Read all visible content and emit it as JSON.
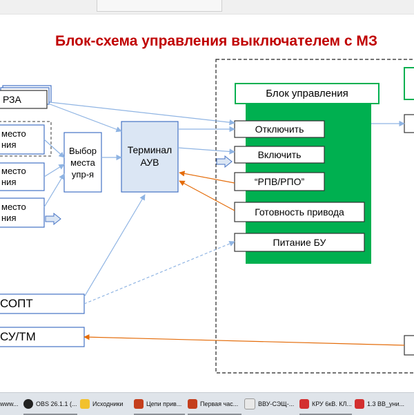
{
  "title": "Блок-схема управления выключателем с МЗ",
  "left_boxes": {
    "rza": "РЗА",
    "mesto1": "место\nния",
    "mesto2": "место\nния",
    "mesto3": "место\nния",
    "sopt": "СОПТ",
    "sutm": "СУ/ТМ"
  },
  "selector": "Выбор\nместа\nупр-я",
  "terminal": "Терминал\nАУВ",
  "control_block": {
    "title": "Блок управления",
    "items": [
      "Отключить",
      "Включить",
      "“РПВ/РПО”",
      "Готовность привода",
      "Питание БУ"
    ]
  },
  "colors": {
    "title": "#c00000",
    "green": "#00b050",
    "terminal_fill": "#dbe6f4",
    "arrow_blue": "#8fb4e3",
    "arrow_orange": "#e46c0a"
  },
  "taskbar": {
    "items": [
      {
        "label": "www...",
        "icon": "browser-icon",
        "color": "#3b7dd8"
      },
      {
        "label": "OBS 26.1.1 (...",
        "icon": "obs-icon",
        "color": "#222222"
      },
      {
        "label": "Исходники",
        "icon": "folder-icon",
        "color": "#f2c12e"
      },
      {
        "label": "Цепи прив...",
        "icon": "powerpoint-icon",
        "color": "#c43e1c"
      },
      {
        "label": "Первая час...",
        "icon": "powerpoint-icon",
        "color": "#c43e1c"
      },
      {
        "label": "ВВУ-СЭЩ-...",
        "icon": "pdf-icon",
        "color": "#e0e0e0"
      },
      {
        "label": "КРУ 6кВ. КЛ...",
        "icon": "pdf-icon",
        "color": "#d32f2f"
      },
      {
        "label": "1.3 ВВ_уни...",
        "icon": "pdf-icon",
        "color": "#d32f2f"
      }
    ]
  }
}
